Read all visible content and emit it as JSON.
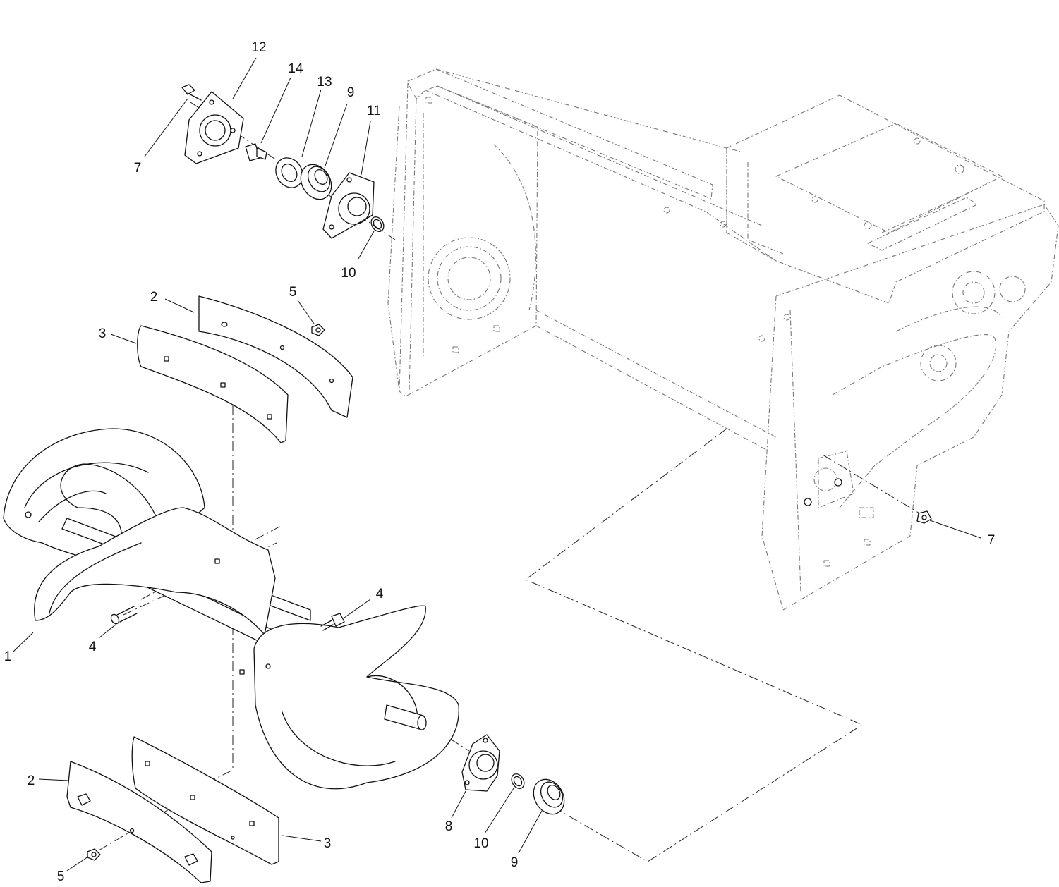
{
  "callouts": [
    {
      "id": "c12",
      "text": "12"
    },
    {
      "id": "c14",
      "text": "14"
    },
    {
      "id": "c13",
      "text": "13"
    },
    {
      "id": "c9a",
      "text": "9"
    },
    {
      "id": "c11",
      "text": "11"
    },
    {
      "id": "c7a",
      "text": "7"
    },
    {
      "id": "c10a",
      "text": "10"
    },
    {
      "id": "c2a",
      "text": "2"
    },
    {
      "id": "c5a",
      "text": "5"
    },
    {
      "id": "c3a",
      "text": "3"
    },
    {
      "id": "c7b",
      "text": "7"
    },
    {
      "id": "c4a",
      "text": "4"
    },
    {
      "id": "c4b",
      "text": "4"
    },
    {
      "id": "c1",
      "text": "1"
    },
    {
      "id": "c2b",
      "text": "2"
    },
    {
      "id": "c3b",
      "text": "3"
    },
    {
      "id": "c8",
      "text": "8"
    },
    {
      "id": "c10b",
      "text": "10"
    },
    {
      "id": "c9b",
      "text": "9"
    },
    {
      "id": "c5b",
      "text": "5"
    }
  ]
}
